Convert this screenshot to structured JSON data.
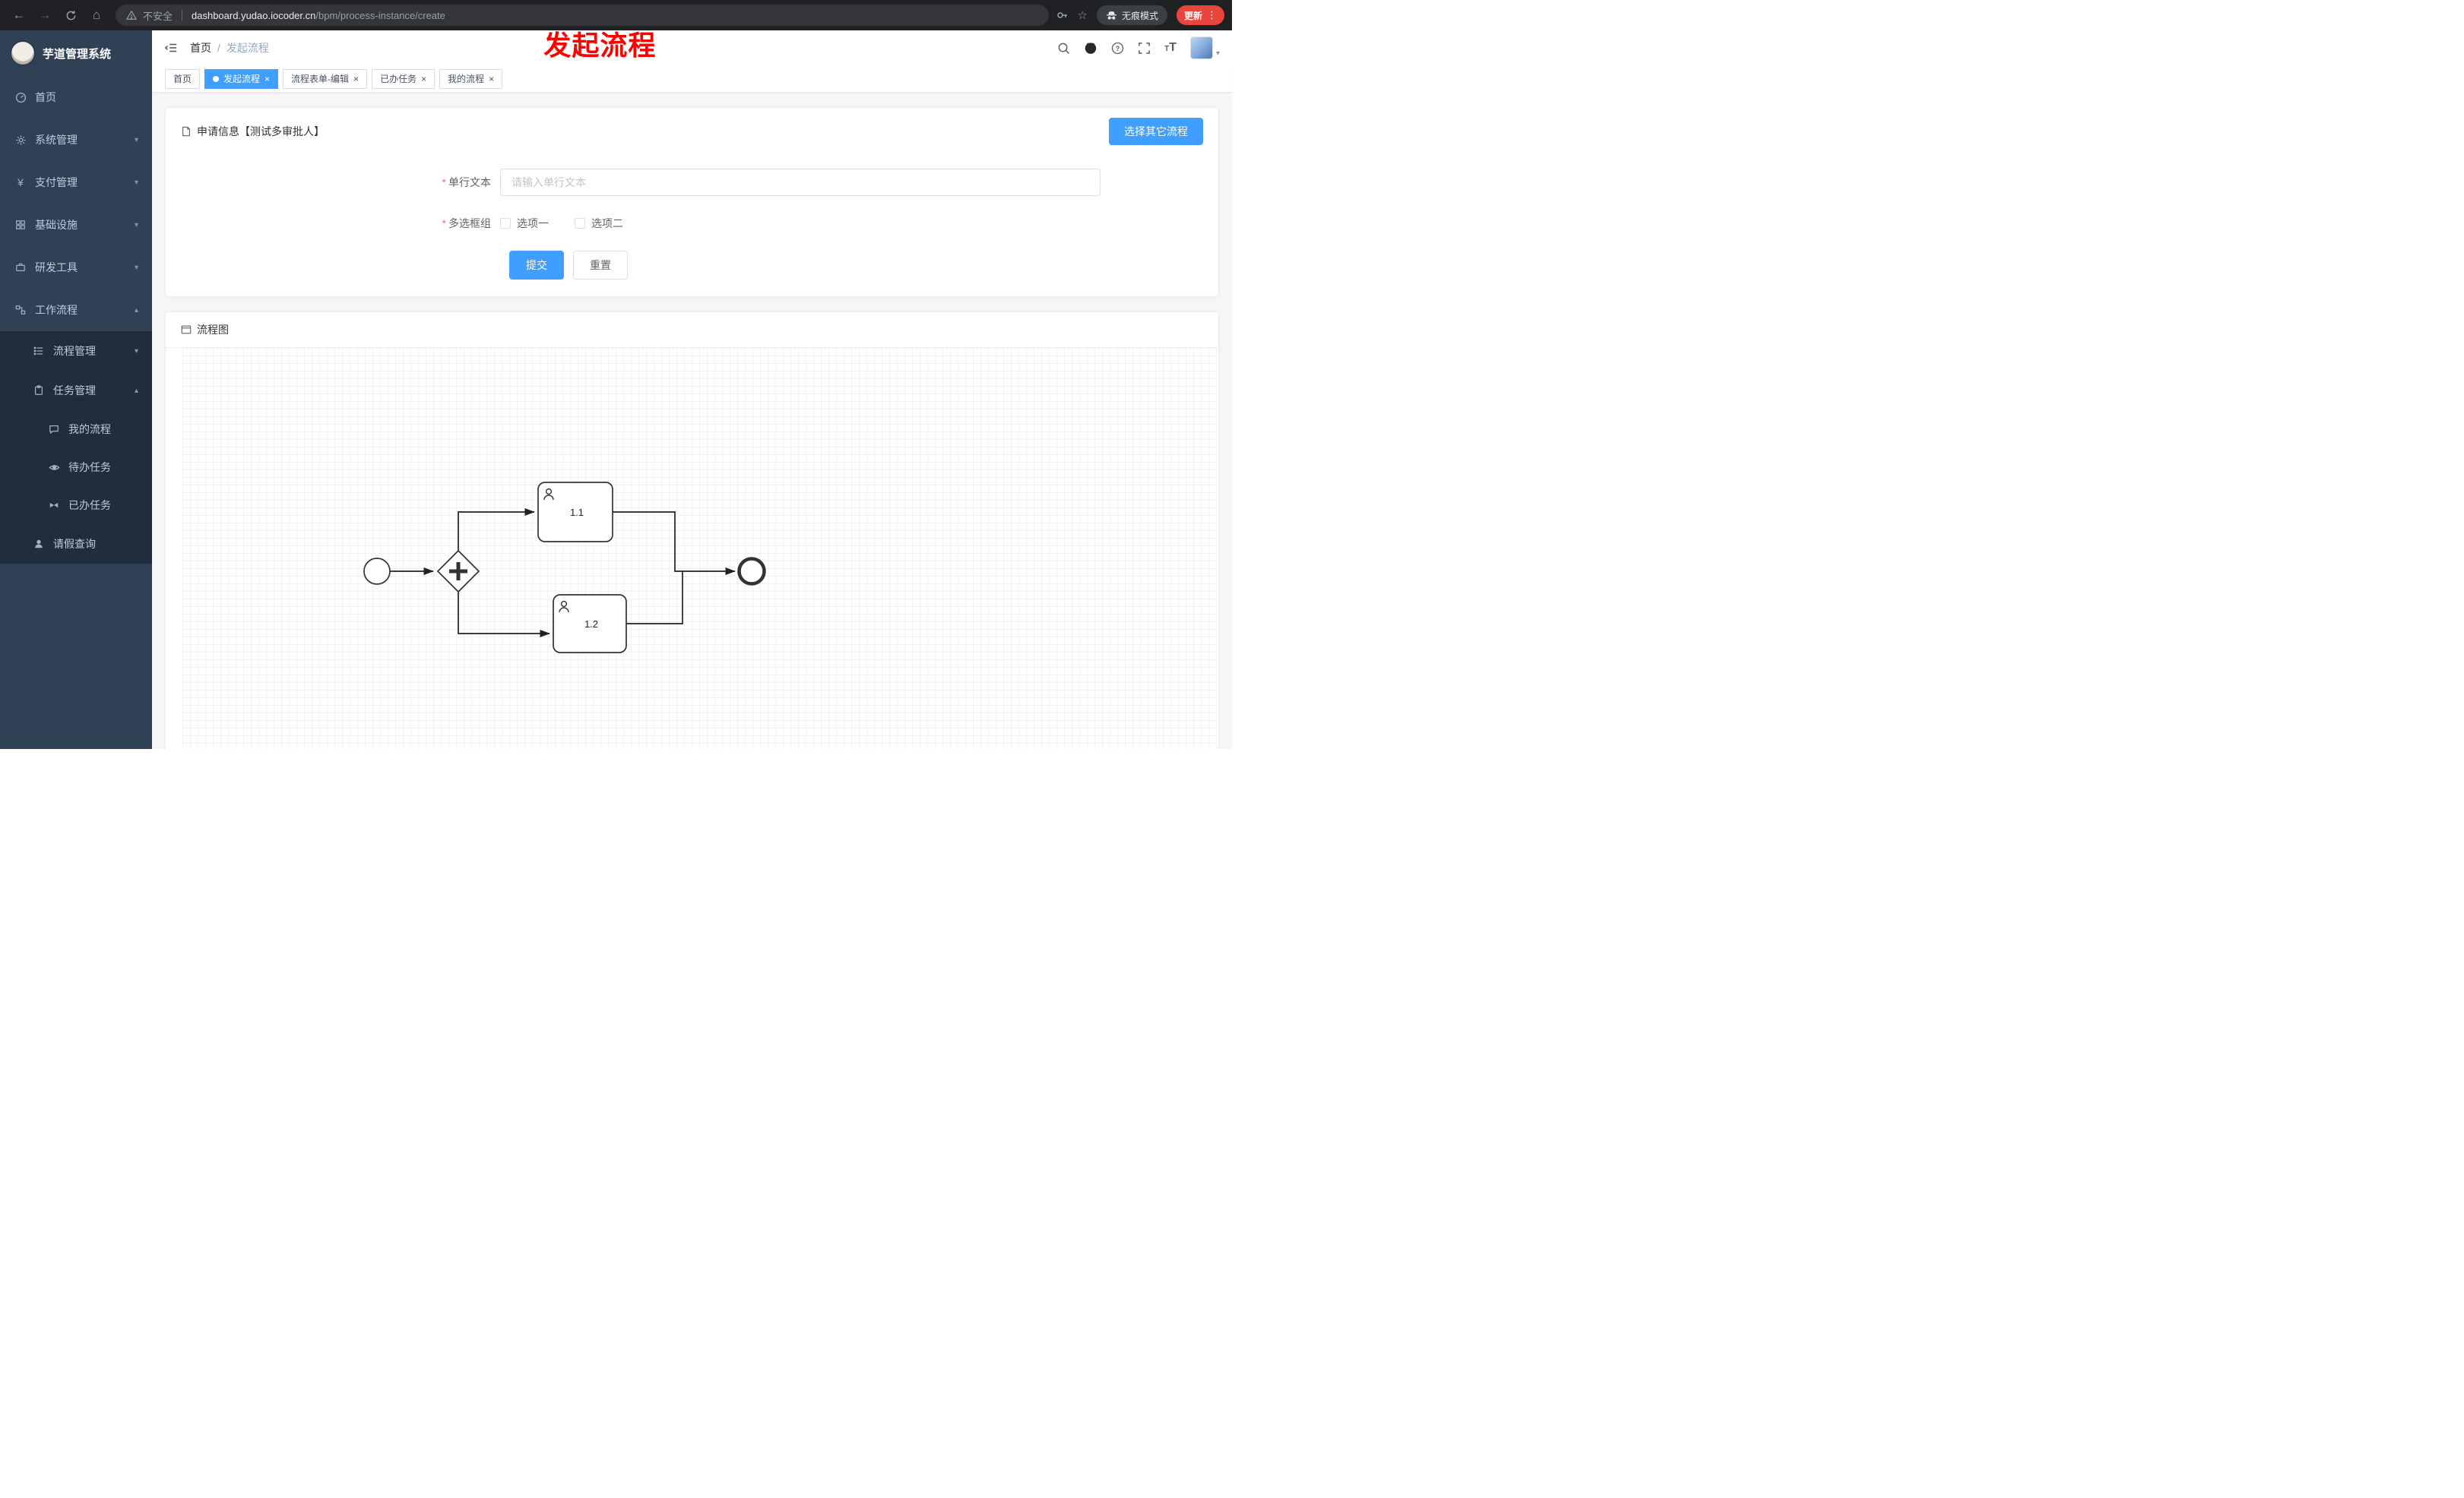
{
  "browser": {
    "security_label": "不安全",
    "url_domain": "dashboard.yudao.iocoder.cn",
    "url_path": "/bpm/process-instance/create",
    "incognito_label": "无痕模式",
    "update_label": "更新"
  },
  "annotation": {
    "title": "发起流程"
  },
  "sidebar": {
    "title": "芋道管理系统",
    "items": [
      {
        "label": "首页"
      },
      {
        "label": "系统管理"
      },
      {
        "label": "支付管理"
      },
      {
        "label": "基础设施"
      },
      {
        "label": "研发工具"
      },
      {
        "label": "工作流程"
      },
      {
        "label": "流程管理"
      },
      {
        "label": "任务管理"
      },
      {
        "label": "我的流程"
      },
      {
        "label": "待办任务"
      },
      {
        "label": "已办任务"
      },
      {
        "label": "请假查询"
      }
    ]
  },
  "breadcrumb": {
    "home": "首页",
    "current": "发起流程"
  },
  "tabs": [
    {
      "label": "首页"
    },
    {
      "label": "发起流程"
    },
    {
      "label": "流程表单-编辑"
    },
    {
      "label": "已办任务"
    },
    {
      "label": "我的流程"
    }
  ],
  "form_card": {
    "title": "申请信息【测试多审批人】",
    "choose_other_label": "选择其它流程",
    "text_field": {
      "label": "单行文本",
      "placeholder": "请输入单行文本",
      "value": ""
    },
    "checkbox_group": {
      "label": "多选框组",
      "options": [
        {
          "label": "选项一",
          "checked": false
        },
        {
          "label": "选项二",
          "checked": false
        }
      ]
    },
    "submit_label": "提交",
    "reset_label": "重置"
  },
  "diagram_card": {
    "title": "流程图",
    "nodes": {
      "task1": "1.1",
      "task2": "1.2"
    }
  },
  "colors": {
    "accent": "#409eff",
    "danger": "#f56c6c",
    "annotation": "#ff0000"
  }
}
